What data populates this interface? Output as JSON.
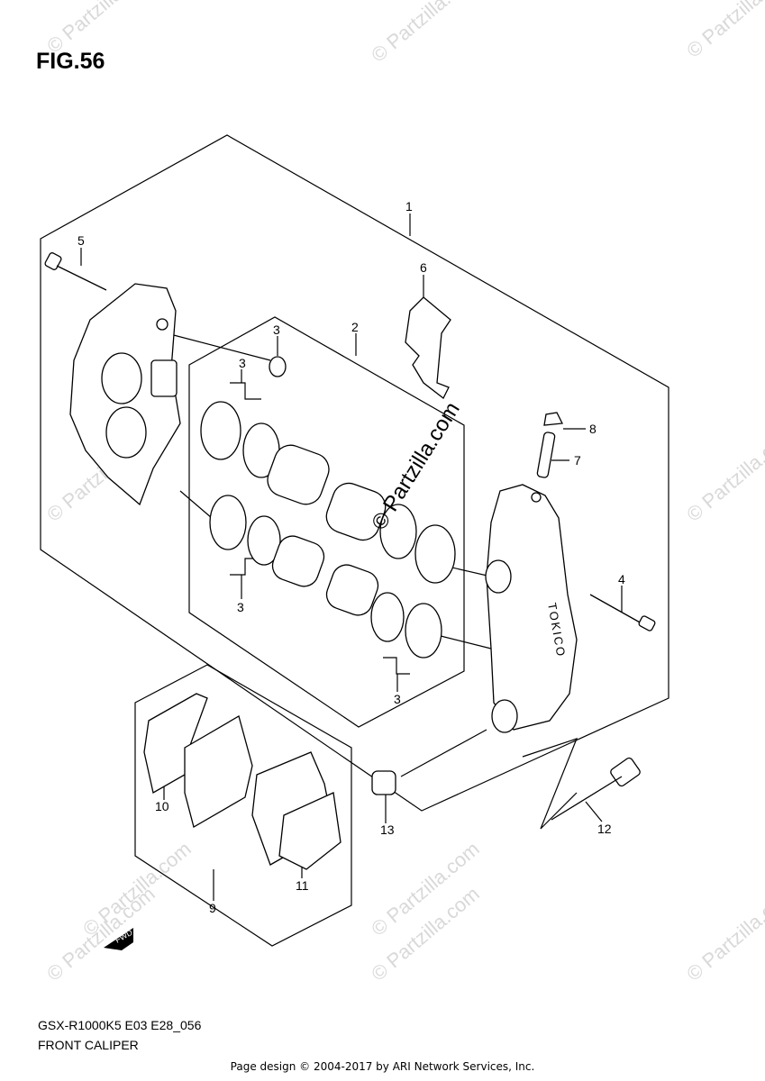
{
  "figure": {
    "title": "FIG.56"
  },
  "callouts": [
    "1",
    "2",
    "3",
    "3",
    "3",
    "3",
    "4",
    "5",
    "6",
    "7",
    "8",
    "9",
    "10",
    "11",
    "12",
    "13"
  ],
  "watermark": {
    "text": "© Partzilla.com",
    "faint_text": "© Partzilla.com"
  },
  "fwd_badge": "FWD",
  "brand_mark": "TOKICO",
  "model_code": "GSX-R1000K5 E03 E28_056",
  "caption": "FRONT CALIPER",
  "footer": "Page design © 2004-2017 by ARI Network Services, Inc.",
  "colors": {
    "line": "#000000",
    "watermark": "#d9d9d9",
    "background": "#ffffff"
  }
}
